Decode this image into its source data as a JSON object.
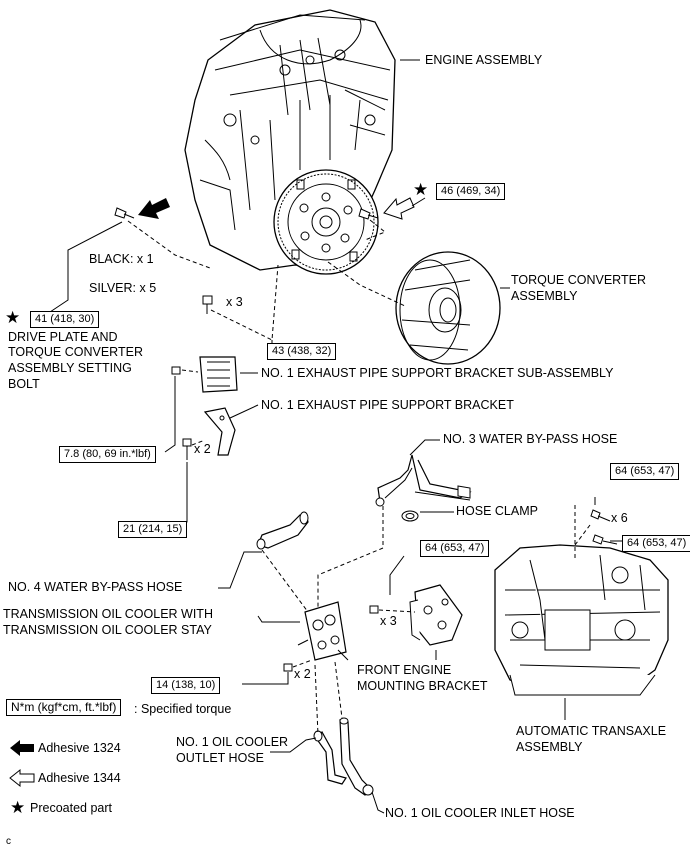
{
  "labels": {
    "engine_assembly": "ENGINE ASSEMBLY",
    "torque_converter": "TORQUE CONVERTER",
    "torque_converter_2": "ASSEMBLY",
    "black": "BLACK: x 1",
    "silver": "SILVER: x 5",
    "drive_plate_1": "DRIVE PLATE AND",
    "drive_plate_2": "TORQUE CONVERTER",
    "drive_plate_3": "ASSEMBLY SETTING",
    "drive_plate_4": "BOLT",
    "exhaust_bracket_sub": "NO. 1 EXHAUST PIPE SUPPORT BRACKET SUB-ASSEMBLY",
    "exhaust_bracket": "NO. 1 EXHAUST PIPE SUPPORT BRACKET",
    "water_hose_3": "NO. 3 WATER BY-PASS HOSE",
    "hose_clamp": "HOSE CLAMP",
    "water_hose_4": "NO. 4 WATER BY-PASS HOSE",
    "cooler_1": "TRANSMISSION OIL COOLER WITH",
    "cooler_2": "TRANSMISSION OIL COOLER STAY",
    "mount_1": "FRONT ENGINE",
    "mount_2": "MOUNTING BRACKET",
    "transaxle_1": "AUTOMATIC TRANSAXLE",
    "transaxle_2": "ASSEMBLY",
    "outlet_1": "NO. 1 OIL COOLER",
    "outlet_2": "OUTLET HOSE",
    "inlet": "NO. 1 OIL COOLER INLET HOSE"
  },
  "torques": {
    "t46": "46 (469, 34)",
    "t41": "41 (418, 30)",
    "t43": "43 (438, 32)",
    "t78": "7.8 (80, 69 in.*lbf)",
    "t21": "21 (214, 15)",
    "t64a": "64 (653, 47)",
    "t64b": "64 (653, 47)",
    "t64c": "64 (653, 47)",
    "t14": "14 (138, 10)"
  },
  "multipliers": {
    "x3_top": "x 3",
    "x2_bracket": "x 2",
    "x6": "x 6",
    "x3_mount": "x 3",
    "x2_cooler": "x 2"
  },
  "legend": {
    "unit_box": "N*m (kgf*cm, ft.*lbf)",
    "unit_text": ": Specified torque",
    "adhesive_1324": "Adhesive 1324",
    "adhesive_1344": "Adhesive 1344",
    "precoated": "Precoated part"
  },
  "corner_mark": "c",
  "icons": {
    "star": "★",
    "arrow_solid": "adhesive-1324-arrow-icon",
    "arrow_hollow": "adhesive-1344-arrow-icon"
  }
}
